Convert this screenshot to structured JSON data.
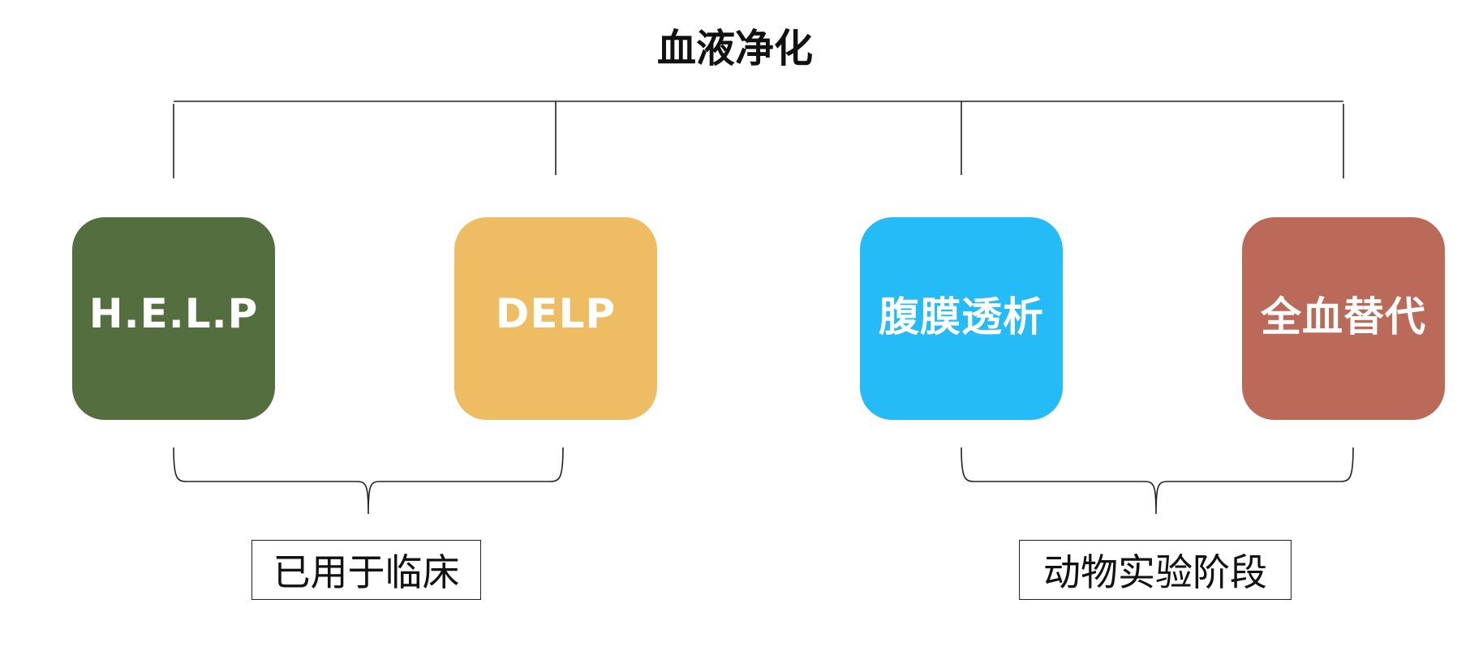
{
  "title": "血液净化",
  "methods": [
    {
      "label": "H.E.L.P",
      "color": "#556e40"
    },
    {
      "label": "DELP",
      "color": "#eebd63"
    },
    {
      "label": "腹膜透析",
      "color": "#24bbf6"
    },
    {
      "label": "全血替代",
      "color": "#bb6a59"
    }
  ],
  "groups": [
    {
      "label": "已用于临床"
    },
    {
      "label": "动物实验阶段"
    }
  ],
  "line_color": "#222222"
}
